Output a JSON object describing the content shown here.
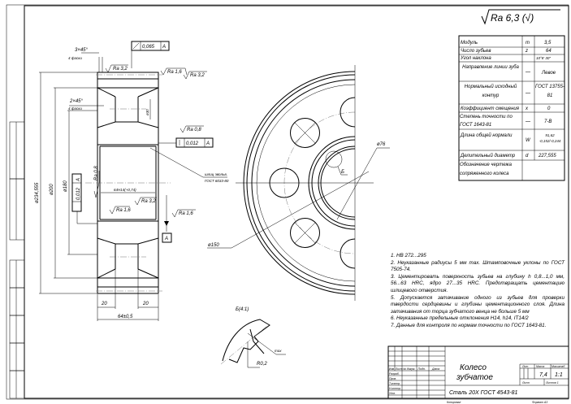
{
  "roughness_general": "Ra 6,3 (√)",
  "params": [
    {
      "name": "Модуль",
      "sym": "m",
      "val": "3,5"
    },
    {
      "name": "Число зубьев",
      "sym": "z",
      "val": "64"
    },
    {
      "name": "Угол наклона",
      "sym": "",
      "val": "10°8' 30\""
    },
    {
      "name": "Направление линии зуба",
      "sym": "—",
      "val": "Левое"
    },
    {
      "name": "Нормальный исходный контур",
      "sym": "—",
      "val": "ГОСТ 13755-81"
    },
    {
      "name": "Коэффициент смещения",
      "sym": "x",
      "val": "0"
    },
    {
      "name": "Степень точности по ГОСТ 1643-81",
      "sym": "—",
      "val": "7-В"
    },
    {
      "name": "Длина общей нормали",
      "sym": "W",
      "val": "91,62 -0,152/-0,244"
    },
    {
      "name": "Делительный диаметр",
      "sym": "d",
      "val": "227,555"
    },
    {
      "name": "Обозначение чертежа сопряженного колеса",
      "sym": "",
      "val": ""
    }
  ],
  "notes": [
    "1. НВ 272...295",
    "2. Неуказанные радиусы 5 мм max. Штамповочные уклоны по ГОСТ 7505-74.",
    "3. Цементировать поверхность зубьев на глубину h 0,8...1,0 мм, 56...63 HRC, ядро 27...35 HRC. Предотвращать цементацию шлицевого отверстия.",
    "5. Допускается затачивание одного из зубьев для проверки твердости сердцевины и глубины цементационного слоя. Длина затачивания от торца зубчатого венца не больше 5 мм",
    "6. Неуказанные предельные отклонения H14, h14, IT14/2",
    "7. Данные для контроля по нормам точности по ГОСТ 1643-81."
  ],
  "title_block": {
    "name_line1": "Колесо",
    "name_line2": "зубчатое",
    "material": "Сталь 20Х ГОСТ 4543-81",
    "lit": "Лит.",
    "mass_label": "Масса",
    "scale_label": "Масштаб",
    "mass": "7,4",
    "scale": "1:1",
    "sheet": "Лист",
    "sheets": "Листов 1",
    "izm": "Изм",
    "list": "Лист",
    "doc": "№ докум.",
    "sign": "Подп.",
    "date": "Дата",
    "razrab": "Разраб.",
    "prov": "Пров.",
    "tkontr": "Т.контр.",
    "nkontr": "Н.контр.",
    "utv": "Утв.",
    "copied": "Копировал",
    "format": "Формат А3"
  },
  "labels": {
    "chamfer1": "3×45°",
    "chamfer1_note": "4 фаски",
    "chamfer2": "2×45°",
    "chamfer2_note": "4 фаски",
    "runout_tol": "0,065",
    "datum_a": "A",
    "ra32a": "Ra 3,2",
    "ra16a": "Ra 1,6",
    "ra32b": "Ra 3,2",
    "ra08a": "Ra 0,8",
    "perp_tol": "0,012",
    "ra08b": "Ra 0,8",
    "spline_note1": "шлиц эвольв.",
    "spline_note2": "ГОСТ 6033-80",
    "width_h14": "64H14(+0,74)",
    "ra16b": "Ra 1,6",
    "ra32c": "Ra 3,2",
    "ra16c": "Ra 1,6",
    "d_outer": "ø234,555",
    "d_200": "ø200",
    "d_180": "ø180",
    "d_hole": "ø30",
    "perp_tol2": "0,012",
    "w20a": "20",
    "w20b": "20",
    "w64": "64±0,5",
    "d76": "ø76",
    "view_b": "Б",
    "d150": "ø150",
    "detail_b": "Б(4:1)",
    "r02": "R0,2",
    "max": "max"
  }
}
